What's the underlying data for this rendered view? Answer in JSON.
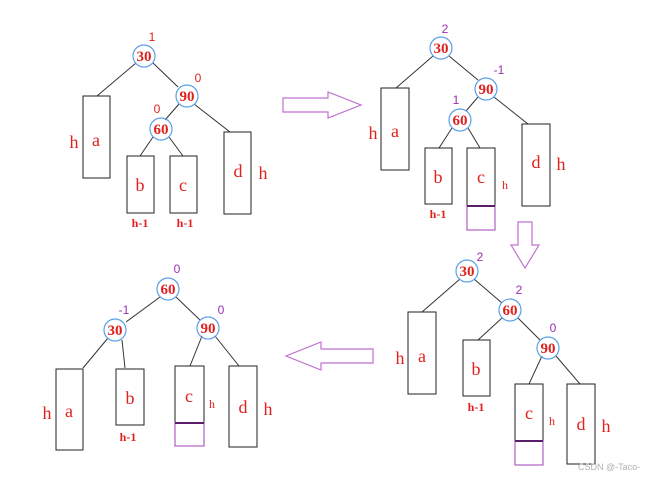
{
  "colors": {
    "accent": "#e0201d",
    "balance_purple": "#9b2fb0",
    "node_ring": "#5aa0e8",
    "arrow": "#c070d0"
  },
  "panels": {
    "p1": {
      "nodes": {
        "n30": {
          "label": "30",
          "bf": "1"
        },
        "n90": {
          "label": "90",
          "bf": "0"
        },
        "n60": {
          "label": "60",
          "bf": "0"
        }
      },
      "subtrees": {
        "a": "a",
        "b": "b",
        "c": "c",
        "d": "d"
      },
      "heights": {
        "a": "h",
        "b": "h-1",
        "c": "h-1",
        "d": "h"
      }
    },
    "p2": {
      "nodes": {
        "n30": {
          "label": "30",
          "bf": "2"
        },
        "n90": {
          "label": "90",
          "bf": "-1"
        },
        "n60": {
          "label": "60",
          "bf": "1"
        }
      },
      "subtrees": {
        "a": "a",
        "b": "b",
        "c": "c",
        "d": "d"
      },
      "heights": {
        "a": "h",
        "b": "h-1",
        "c": "h",
        "d": "h"
      }
    },
    "p3": {
      "nodes": {
        "n30": {
          "label": "30",
          "bf": "2"
        },
        "n60": {
          "label": "60",
          "bf": "2"
        },
        "n90": {
          "label": "90",
          "bf": "0"
        }
      },
      "subtrees": {
        "a": "a",
        "b": "b",
        "c": "c",
        "d": "d"
      },
      "heights": {
        "a": "h",
        "b": "h-1",
        "c": "h",
        "d": "h"
      }
    },
    "p4": {
      "nodes": {
        "n60": {
          "label": "60",
          "bf": "0"
        },
        "n30": {
          "label": "30",
          "bf": "-1"
        },
        "n90": {
          "label": "90",
          "bf": "0"
        }
      },
      "subtrees": {
        "a": "a",
        "b": "b",
        "c": "c",
        "d": "d"
      },
      "heights": {
        "a": "h",
        "b": "h-1",
        "c": "h",
        "d": "h"
      }
    }
  },
  "arrows": {
    "first": "right-arrow",
    "second": "down-arrow",
    "third": "left-arrow"
  },
  "watermark": "CSDN @-Taco-"
}
